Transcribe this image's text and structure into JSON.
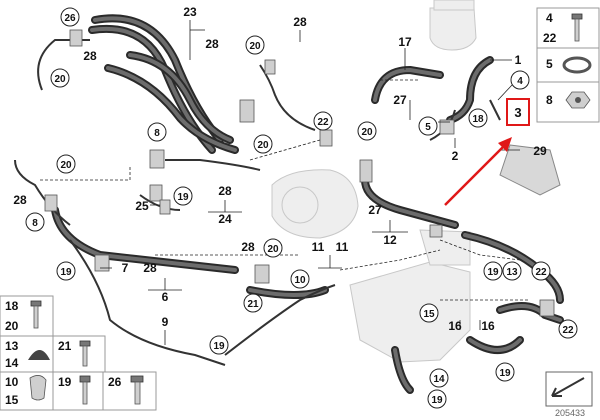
{
  "labels": {
    "n1": "1",
    "n2": "2",
    "n3": "3",
    "n4": "4",
    "n5": "5",
    "n6": "6",
    "n7": "7",
    "n8": "8",
    "n9": "9",
    "n10": "10",
    "n11": "11",
    "n12": "12",
    "n13": "13",
    "n14": "14",
    "n15": "15",
    "n16": "16",
    "n17": "17",
    "n18": "18",
    "n19": "19",
    "n20": "20",
    "n21": "21",
    "n22": "22",
    "n23": "23",
    "n24": "24",
    "n25": "25",
    "n26": "26",
    "n27": "27",
    "n28": "28",
    "n29": "29"
  },
  "legend": {
    "right": [
      "4",
      "22",
      "5",
      "8"
    ],
    "left": [
      "18",
      "20",
      "13",
      "14",
      "21",
      "10",
      "15",
      "19",
      "26"
    ]
  },
  "highlight": {
    "label": "3",
    "color": "#e01818"
  },
  "footer": {
    "diagram_id": "205433"
  }
}
